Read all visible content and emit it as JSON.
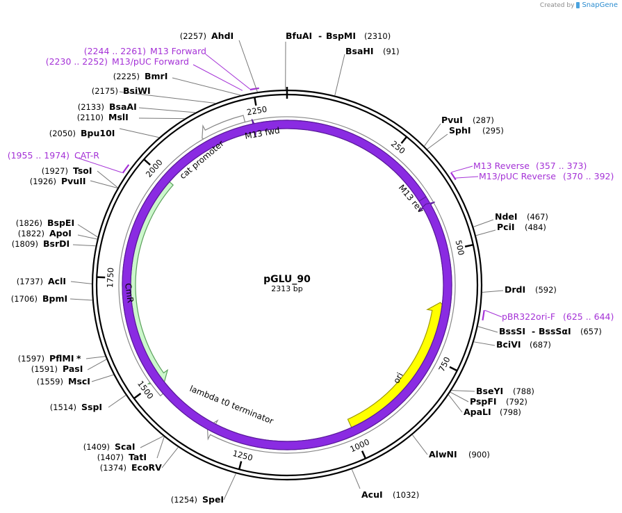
{
  "header": {
    "created_by": "Created by",
    "brand": "SnapGene"
  },
  "plasmid": {
    "name": "pGLU_90",
    "length_label": "2313 bp",
    "length": 2313
  },
  "ticks": [
    "250",
    "500",
    "750",
    "1000",
    "1250",
    "1500",
    "1750",
    "2000",
    "2250"
  ],
  "features": [
    {
      "name": "ori",
      "start": 1000,
      "end": 620,
      "strand": "reverse",
      "color": "#ffff00",
      "stroke": "#a09a00"
    },
    {
      "name": "CmR",
      "start": 2000,
      "end": 1485,
      "strand": "reverse",
      "color": "#ccf7cc",
      "stroke": "#5aa05a"
    },
    {
      "name": "cat promoter",
      "start": 2220,
      "end": 2120,
      "strand": "reverse",
      "color": "#ffffff",
      "stroke": "#888888"
    },
    {
      "name": "lambda t0 terminator",
      "start": 1470,
      "end": 1345,
      "strand": "forward",
      "color": "#ffffff",
      "stroke": "#888888"
    },
    {
      "name": "M13 fwd",
      "start": 2256,
      "end": 2242,
      "strand": "forward",
      "color": "#8a2be2",
      "stroke": "#5a1a9a"
    },
    {
      "name": "M13 rev",
      "start": 370,
      "end": 384,
      "strand": "reverse",
      "color": "#8a2be2",
      "stroke": "#5a1a9a"
    }
  ],
  "primers": [
    {
      "name": "M13 Forward",
      "range": "(2244 .. 2261)"
    },
    {
      "name": "M13/pUC Forward",
      "range": "(2230 .. 2252)"
    },
    {
      "name": "CAT-R",
      "range": "(1955 .. 1974)"
    },
    {
      "name": "M13 Reverse",
      "range": "(357 .. 373)"
    },
    {
      "name": "M13/pUC Reverse",
      "range": "(370 .. 392)"
    },
    {
      "name": "pBR322ori-F",
      "range": "(625 .. 644)"
    }
  ],
  "sites_right": [
    {
      "name": "BsaHI",
      "pos": "(91)"
    },
    {
      "name": "PvuI",
      "pos": "(287)"
    },
    {
      "name": "SphI",
      "pos": "(295)"
    },
    {
      "name": "NdeI",
      "pos": "(467)"
    },
    {
      "name": "PciI",
      "pos": "(484)"
    },
    {
      "name": "DrdI",
      "pos": "(592)"
    },
    {
      "name": "BssSI",
      "sep": "-",
      "name2": "BssSαI",
      "pos": "(657)"
    },
    {
      "name": "BciVI",
      "pos": "(687)"
    },
    {
      "name": "BseYI",
      "pos": "(788)"
    },
    {
      "name": "PspFI",
      "pos": "(792)"
    },
    {
      "name": "ApaLI",
      "pos": "(798)"
    },
    {
      "name": "AlwNI",
      "pos": "(900)"
    },
    {
      "name": "AcuI",
      "pos": "(1032)"
    }
  ],
  "sites_top": {
    "name": "BfuAI",
    "sep": "-",
    "name2": "BspMI",
    "pos": "(2310)"
  },
  "sites_left": [
    {
      "name": "AhdI",
      "pos": "(2257)"
    },
    {
      "name": "BmrI",
      "pos": "(2225)"
    },
    {
      "name": "BsiWI",
      "pos": "(2175)"
    },
    {
      "name": "BsaAI",
      "pos": "(2133)"
    },
    {
      "name": "MslI",
      "pos": "(2110)"
    },
    {
      "name": "Bpu10I",
      "pos": "(2050)"
    },
    {
      "name": "TsoI",
      "pos": "(1927)"
    },
    {
      "name": "PvuII",
      "pos": "(1926)"
    },
    {
      "name": "BspEI",
      "pos": "(1826)"
    },
    {
      "name": "ApoI",
      "pos": "(1822)"
    },
    {
      "name": "BsrDI",
      "pos": "(1809)"
    },
    {
      "name": "AclI",
      "pos": "(1737)"
    },
    {
      "name": "BpmI",
      "pos": "(1706)"
    },
    {
      "name": "PflMI",
      "suffix": "*",
      "pos": "(1597)"
    },
    {
      "name": "PasI",
      "pos": "(1591)"
    },
    {
      "name": "MscI",
      "pos": "(1559)"
    },
    {
      "name": "SspI",
      "pos": "(1514)"
    },
    {
      "name": "ScaI",
      "pos": "(1409)"
    },
    {
      "name": "TatI",
      "pos": "(1407)"
    },
    {
      "name": "EcoRV",
      "pos": "(1374)"
    },
    {
      "name": "SpeI",
      "pos": "(1254)"
    }
  ]
}
